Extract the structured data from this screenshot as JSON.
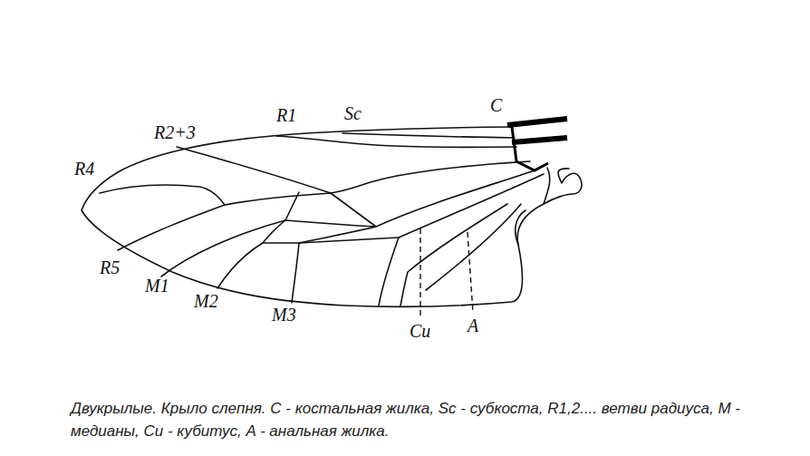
{
  "diagram": {
    "caption": "Двукрылые. Крыло слепня. C - костальная жилка, Sc - субкоста, R1,2.... ветви радиуса, M - медианы, Cu - кубитус, A - анальная жилка.",
    "labels": [
      "C",
      "Sc",
      "R1",
      "R2+3",
      "R4",
      "R5",
      "M1",
      "M2",
      "M3",
      "Cu",
      "A"
    ]
  }
}
